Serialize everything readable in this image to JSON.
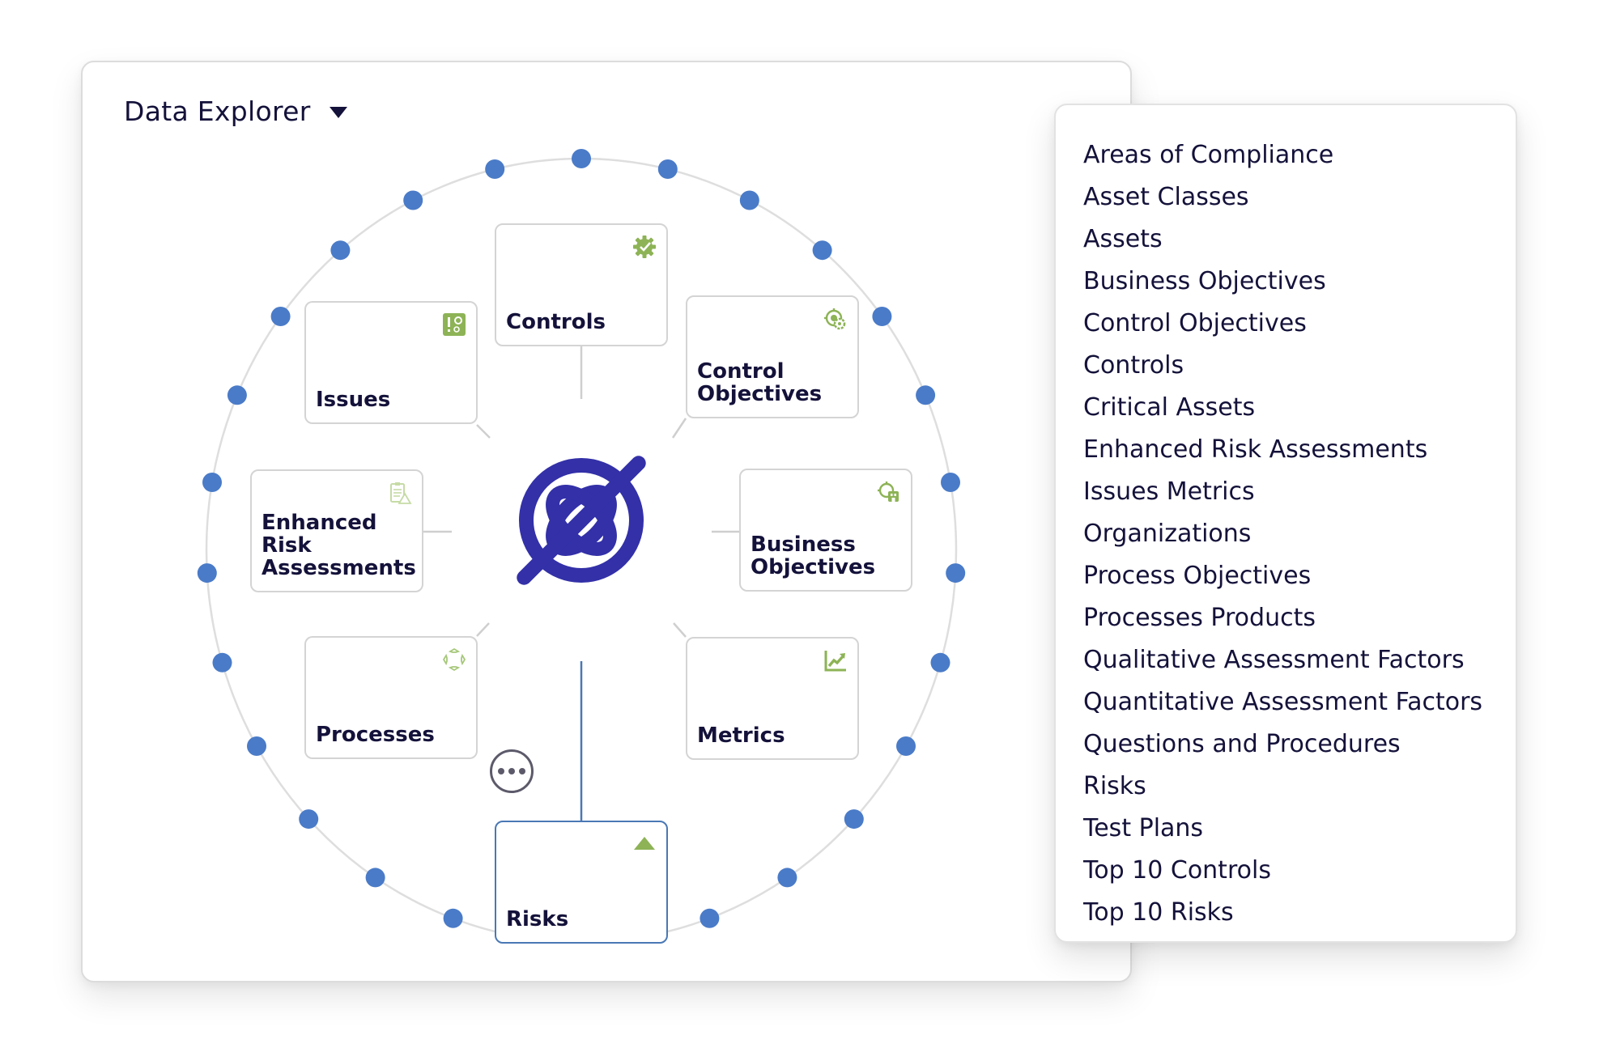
{
  "header": {
    "title": "Data Explorer",
    "dropdown_icon": "caret-down-icon"
  },
  "colors": {
    "accent_blue": "#4a7bc8",
    "logo_indigo": "#3330a8",
    "icon_green": "#8db356",
    "selected_border": "#4a78b5",
    "ring_gray": "#dedede",
    "text_dark": "#14123a"
  },
  "diagram": {
    "center_logo": "orbit-logo-icon",
    "ring_dot_count_visible": 25,
    "nodes": [
      {
        "id": "controls",
        "label": "Controls",
        "icon": "gear-check-icon",
        "selected": false
      },
      {
        "id": "control-objectives",
        "label": "Control Objectives",
        "icon": "target-gear-icon",
        "selected": false
      },
      {
        "id": "business-objectives",
        "label": "Business Objectives",
        "icon": "target-building-icon",
        "selected": false
      },
      {
        "id": "metrics",
        "label": "Metrics",
        "icon": "trend-chart-icon",
        "selected": false
      },
      {
        "id": "risks",
        "label": "Risks",
        "icon": "triangle-up-icon",
        "selected": true
      },
      {
        "id": "processes",
        "label": "Processes",
        "icon": "cycle-arrows-icon",
        "selected": false
      },
      {
        "id": "enhanced-risk-assessments",
        "label": "Enhanced Risk Assessments",
        "icon": "clipboard-warning-icon",
        "selected": false
      },
      {
        "id": "issues",
        "label": "Issues",
        "icon": "issue-gear-icon",
        "selected": false
      }
    ],
    "more_button": "more-options-icon"
  },
  "list": {
    "items": [
      "Areas of Compliance",
      "Asset Classes",
      "Assets",
      "Business Objectives",
      "Control Objectives",
      "Controls",
      "Critical Assets",
      "Enhanced Risk Assessments",
      "Issues Metrics",
      "Organizations",
      "Process Objectives",
      "Processes Products",
      "Qualitative Assessment Factors",
      "Quantitative Assessment Factors",
      "Questions and Procedures",
      "Risks",
      "Test Plans",
      "Top 10 Controls",
      "Top 10 Risks"
    ]
  }
}
